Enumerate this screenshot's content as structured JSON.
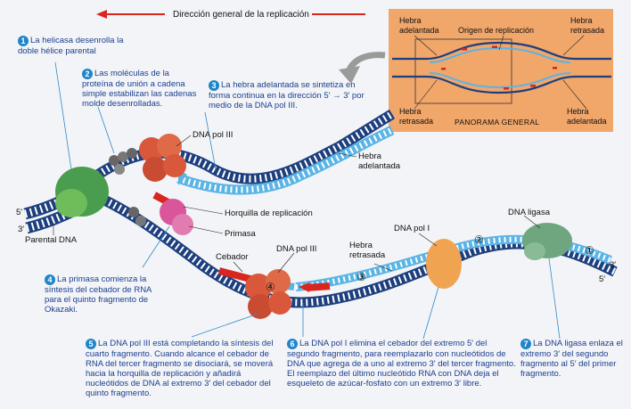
{
  "header": {
    "direction_label": "Dirección general de la replicación"
  },
  "overview": {
    "title": "PANORAMA GENERAL",
    "origin_label": "Origen de replicación",
    "top_left_label": "Hebra adelantada",
    "top_right_label": "Hebra retrasada",
    "bottom_left_label": "Hebra retrasada",
    "bottom_right_label": "Hebra adelantada"
  },
  "labels": {
    "dna_pol_iii_top": "DNA pol III",
    "dna_pol_iii_mid": "DNA pol III",
    "dna_pol_i": "DNA pol I",
    "dna_ligasa": "DNA ligasa",
    "hebra_adelantada": "Hebra adelantada",
    "hebra_retrasada": "Hebra retrasada",
    "horquilla": "Horquilla de replicación",
    "primasa": "Primasa",
    "cebador": "Cebador",
    "parental_dna": "Parental DNA",
    "five_prime_left": "5′",
    "three_prime_left": "3′",
    "three_prime_right": "3′",
    "five_prime_right": "5′"
  },
  "fragment_numbers": [
    "①",
    "②",
    "③",
    "④"
  ],
  "steps": [
    {
      "num": "1",
      "text": "La helicasa desenrolla la doble hélice parental"
    },
    {
      "num": "2",
      "text": "Las moléculas de la proteína de unión a cadena simple estabilizan las cadenas molde desenrolladas."
    },
    {
      "num": "3",
      "text": "La hebra adelantada se sintetiza en forma continua en la dirección 5′ → 3′ por medio de la DNA pol III."
    },
    {
      "num": "4",
      "text": "La primasa comienza la síntesis del cebador de RNA para el quinto fragmento de Okazaki."
    },
    {
      "num": "5",
      "text": "La DNA pol III está completando la síntesis del cuarto fragmento. Cuando alcance el cebador de RNA del tercer fragmento se disociará, se moverá hacia la horquilla de replicación y añadirá nucleótidos de DNA al extremo 3′ del cebador del quinto fragmento."
    },
    {
      "num": "6",
      "text": "La DNA pol I elimina el cebador del extremo 5′ del segundo fragmento, para reemplazarlo con nucleótidos de DNA que agrega de a uno al extremo 3′ del tercer fragmento. El reemplazo del último nucleótido RNA con DNA deja el esqueleto de azúcar-fosfato con un extremo 3′ libre."
    },
    {
      "num": "7",
      "text": "La DNA ligasa enlaza el extremo 3′ del segundo fragmento al 5′ del primer fragmento."
    }
  ],
  "colors": {
    "strand_dark": "#1d3f7e",
    "strand_light": "#5ab4e5",
    "rna_primer": "#d8261f",
    "helicase": "#4a9d4e",
    "pol_iii": "#d9573a",
    "pol_i": "#f0a452",
    "ligase": "#6fa57f",
    "primase": "#d9569a",
    "overview_bg": "#f1a66a",
    "accent_blue": "#1f85c8"
  }
}
